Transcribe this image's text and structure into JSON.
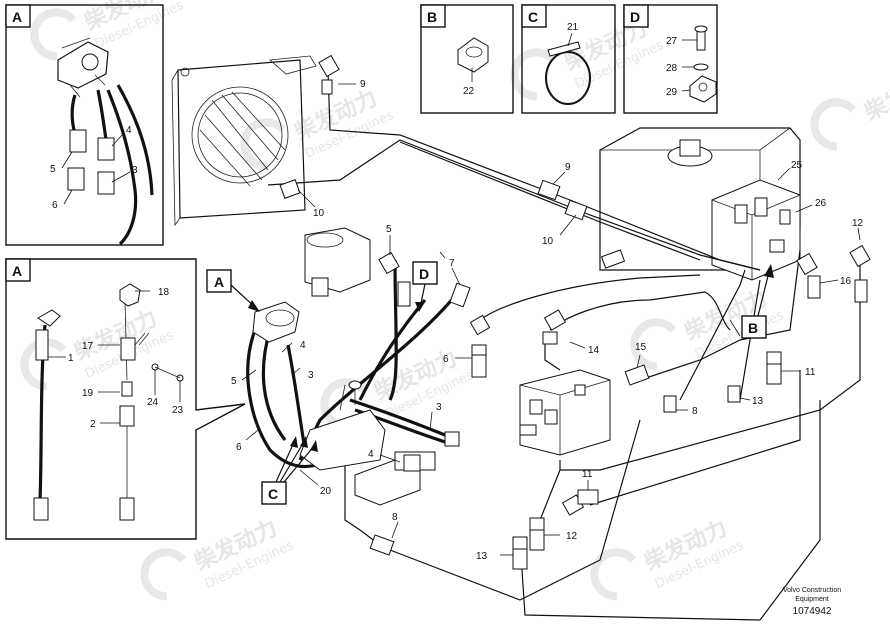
{
  "watermark": {
    "logo_text": "柴发动力",
    "sub_text": "Diesel-Engines"
  },
  "detail_boxes": [
    {
      "label": "A"
    },
    {
      "label": "B"
    },
    {
      "label": "C"
    },
    {
      "label": "D"
    },
    {
      "label": "A"
    }
  ],
  "view_markers": [
    {
      "label": "A"
    },
    {
      "label": "D"
    },
    {
      "label": "B"
    },
    {
      "label": "C"
    }
  ],
  "callouts": {
    "detail_a": [
      "5",
      "4",
      "6",
      "3"
    ],
    "detail_b": [
      "22"
    ],
    "detail_c": [
      "21"
    ],
    "detail_d": [
      "27",
      "28",
      "29"
    ],
    "detail_a2": [
      "18",
      "1",
      "17",
      "19",
      "24",
      "23",
      "2"
    ],
    "main": [
      "9",
      "10",
      "9",
      "10",
      "25",
      "26",
      "12",
      "16",
      "11",
      "5",
      "7",
      "6",
      "14",
      "15",
      "4",
      "5",
      "3",
      "6",
      "3",
      "4",
      "20",
      "8",
      "13",
      "11",
      "8",
      "13",
      "12"
    ]
  },
  "footer": {
    "company": "Volvo Construction",
    "division": "Equipment",
    "drawing_number": "1074942"
  }
}
